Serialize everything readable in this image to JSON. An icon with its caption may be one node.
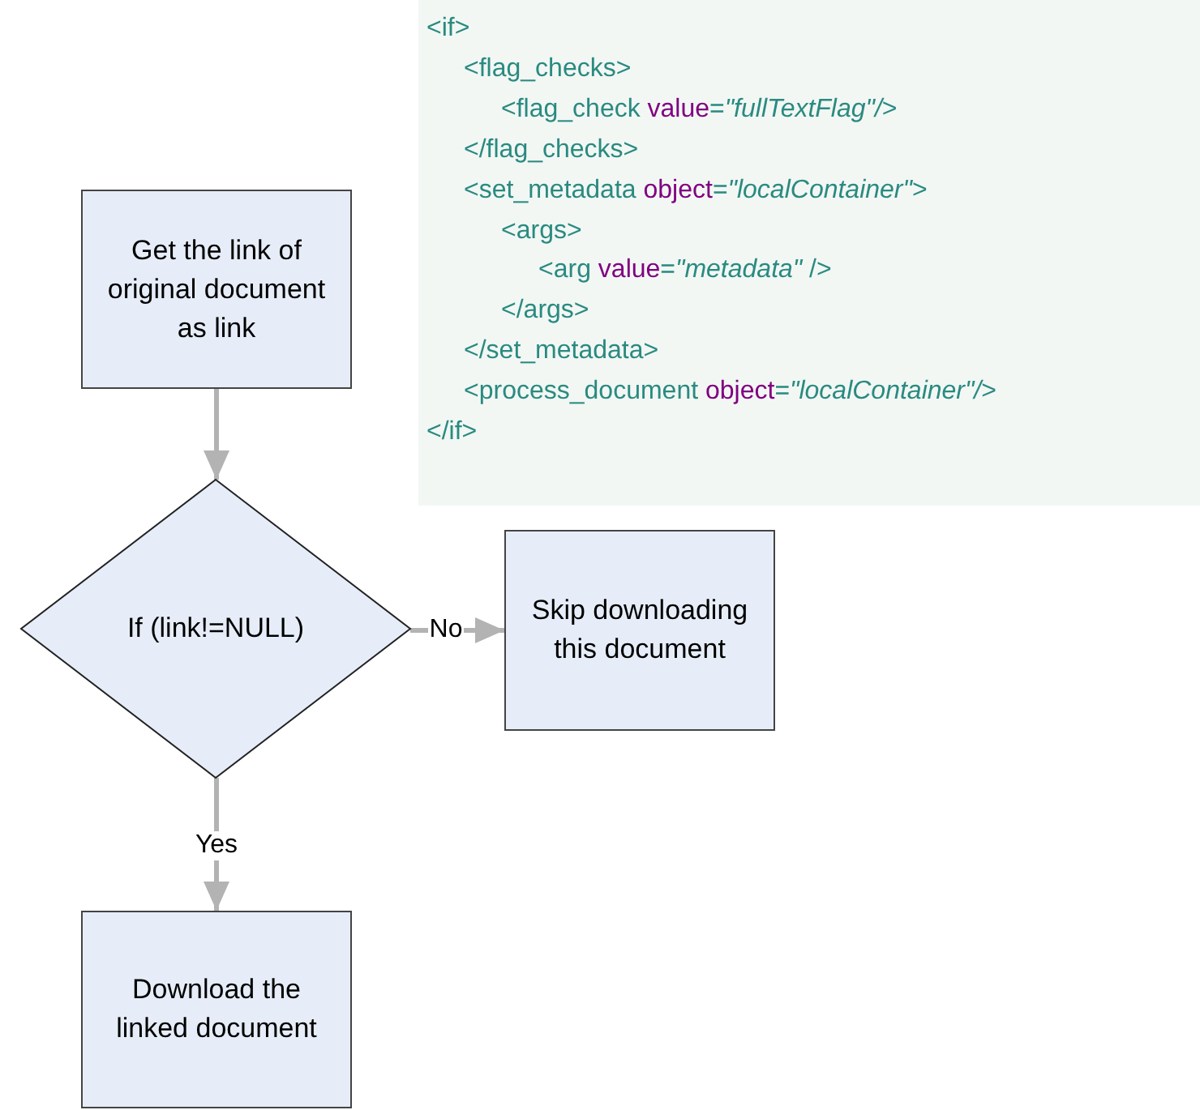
{
  "diagram": {
    "nodes": [
      {
        "text": [
          "Get the link of original document as link"
        ]
      },
      {
        "text": [
          "If (link!=NULL)"
        ]
      },
      {
        "text": [
          "Skip downloading this document"
        ]
      },
      {
        "text": [
          "Download the linked document"
        ]
      }
    ],
    "edges": [
      {
        "from": 0,
        "to": 1,
        "arrow": "to"
      },
      {
        "from": 1,
        "to": 2,
        "arrow": "to",
        "label": "No"
      },
      {
        "from": 1,
        "to": 3,
        "arrow": "to",
        "label": "Yes"
      }
    ],
    "labels": [
      "<if>",
      "<flag_checks>",
      "<flag_check value=*\"fullTextFlag\"/*>",
      "</flag_checks>",
      "<set_metadata object=*\"localContainer\"*>",
      "<args>",
      "<arg value=*\"metadata\"* />",
      "</args>",
      "</set_metadata>",
      "<process_document object=*\"localContainer\"/*>",
      "</if>"
    ]
  }
}
